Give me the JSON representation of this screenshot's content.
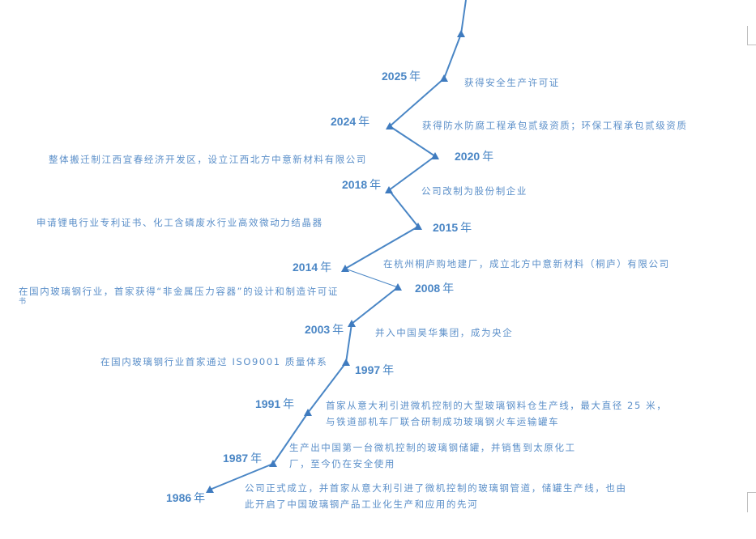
{
  "colors": {
    "line": "#4a86c5",
    "year_text": "#4a86c5",
    "desc_text": "#5b8fc9",
    "corner_marks": "#bfbfbf"
  },
  "timeline": {
    "path_points": [
      [
        575,
        0
      ],
      [
        569,
        42
      ],
      [
        548,
        97
      ],
      [
        481,
        156
      ],
      [
        537,
        193
      ],
      [
        480,
        235
      ],
      [
        516,
        280
      ],
      [
        426,
        332
      ],
      [
        491,
        355
      ],
      [
        434,
        400
      ],
      [
        427,
        448
      ],
      [
        380,
        510
      ],
      [
        337,
        573
      ],
      [
        259,
        605
      ]
    ],
    "markers": [
      [
        569,
        42
      ],
      [
        548,
        97
      ],
      [
        481,
        156
      ],
      [
        537,
        193
      ],
      [
        480,
        235
      ],
      [
        516,
        280
      ],
      [
        426,
        332
      ],
      [
        491,
        355
      ],
      [
        434,
        400
      ],
      [
        427,
        448
      ],
      [
        380,
        510
      ],
      [
        337,
        573
      ],
      [
        259,
        605
      ]
    ],
    "events": [
      {
        "year": "2025",
        "unit": "年",
        "desc": [
          "获得安全生产许可证"
        ]
      },
      {
        "year": "2024",
        "unit": "年",
        "desc": [
          "获得防水防腐工程承包贰级资质；环保工程承包贰级资质"
        ]
      },
      {
        "year": "2020",
        "unit": "年",
        "desc": [
          "整体搬迁制江西宜春经济开发区，设立江西北方中意新材料有限公司"
        ]
      },
      {
        "year": "2018",
        "unit": "年",
        "desc": [
          "公司改制为股份制企业"
        ]
      },
      {
        "year": "2015",
        "unit": "年",
        "desc": [
          "申请锂电行业专利证书、化工含磷废水行业高效微动力结晶器"
        ]
      },
      {
        "year": "2014",
        "unit": "年",
        "desc": [
          "在杭州桐庐购地建厂，成立北方中意新材料（桐庐）有限公司"
        ]
      },
      {
        "year": "2008",
        "unit": "年",
        "desc": [
          "在国内玻璃钢行业，首家获得“非金属压力容器”的设计和制造许可证",
          "书"
        ]
      },
      {
        "year": "2003",
        "unit": "年",
        "desc": [
          "并入中国昊华集团，成为央企"
        ]
      },
      {
        "year": "1997",
        "unit": "年",
        "desc": [
          "在国内玻璃钢行业首家通过 ISO9001 质量体系"
        ]
      },
      {
        "year": "1991",
        "unit": "年",
        "desc": [
          "首家从意大利引进微机控制的大型玻璃钢料仓生产线，最大直径 25 米，",
          "与铁道部机车厂联合研制成功玻璃钢火车运输罐车"
        ]
      },
      {
        "year": "1987",
        "unit": "年",
        "desc": [
          "生产出中国第一台微机控制的玻璃钢储罐，并销售到太原化工",
          "厂，至今仍在安全使用"
        ]
      },
      {
        "year": "1986",
        "unit": "年",
        "desc": [
          "公司正式成立，并首家从意大利引进了微机控制的玻璃钢管道，储罐生产线，也由",
          "此开启了中国玻璃钢产品工业化生产和应用的先河"
        ]
      }
    ]
  }
}
